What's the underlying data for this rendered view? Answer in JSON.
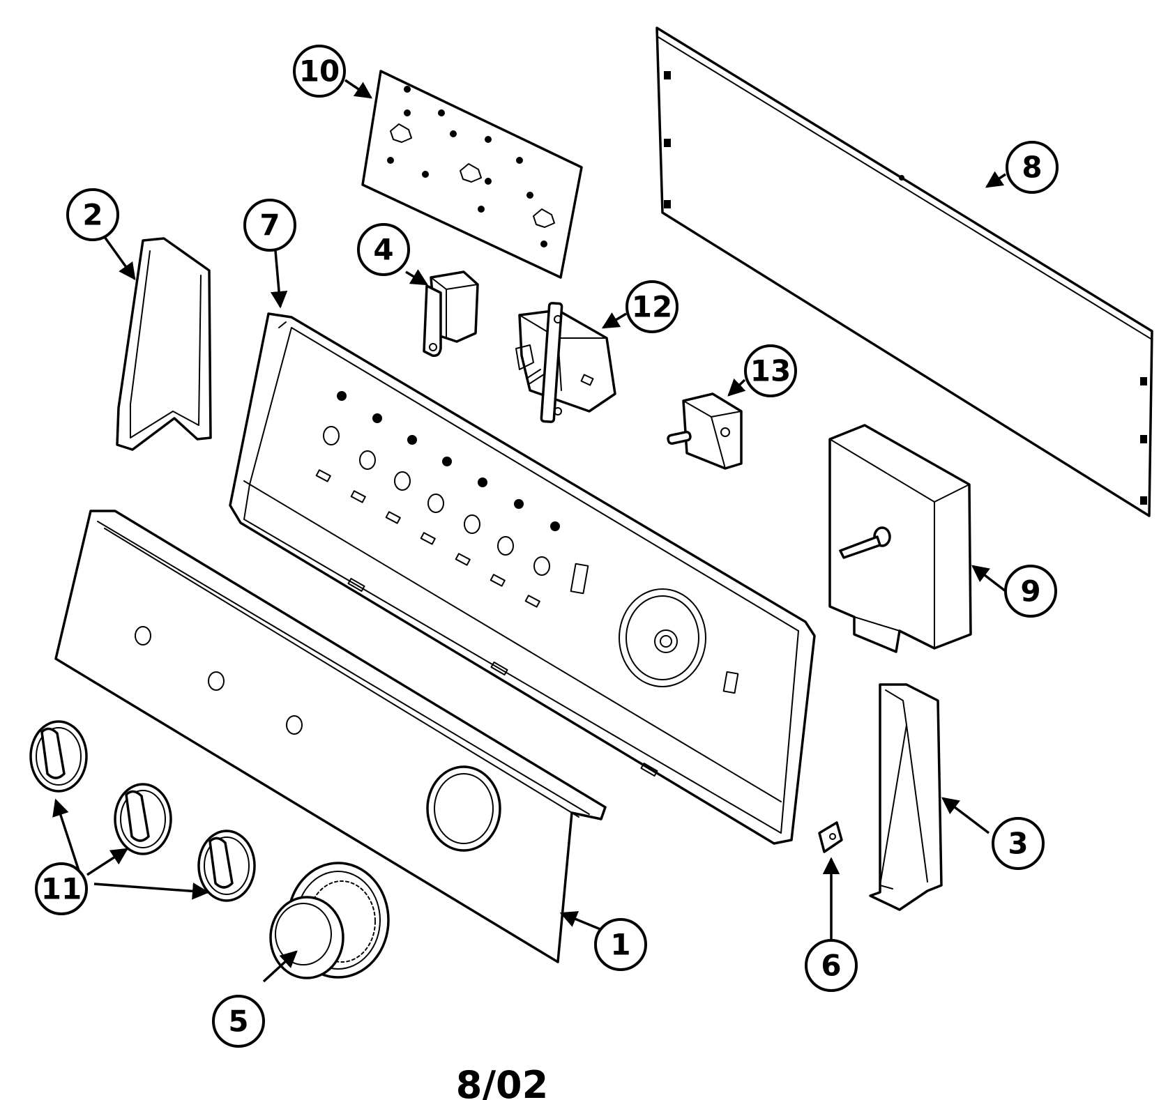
{
  "callouts": {
    "c1": "1",
    "c2": "2",
    "c3": "3",
    "c4": "4",
    "c5": "5",
    "c6": "6",
    "c7": "7",
    "c8": "8",
    "c9": "9",
    "c10": "10",
    "c11": "11",
    "c12": "12",
    "c13": "13"
  },
  "date_code": "8/02"
}
